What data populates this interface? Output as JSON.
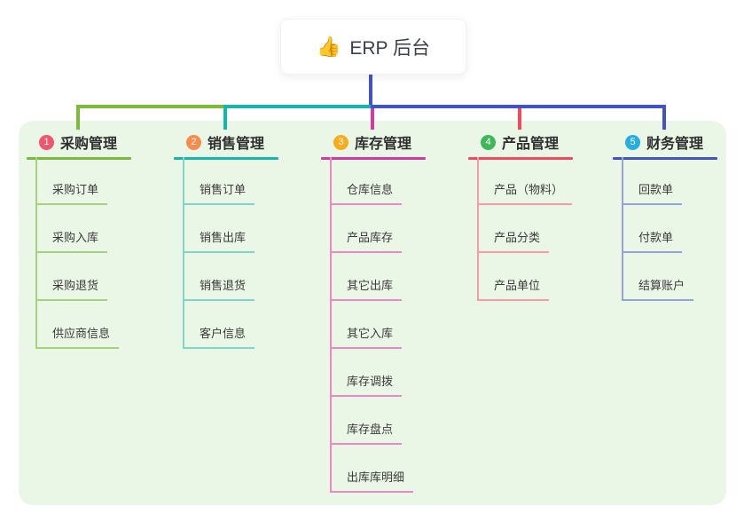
{
  "root": {
    "icon": "👍",
    "label": "ERP 后台"
  },
  "colors": {
    "canvas": "#ffffff",
    "panel": "#ebf7e6",
    "root_connector": "#4254c5"
  },
  "branches": [
    {
      "num": "1",
      "title": "采购管理",
      "line_color": "#7cba3d",
      "child_line_color": "#a6d17e",
      "badge_color": "#f0566e",
      "children": [
        "采购订单",
        "采购入库",
        "采购退货",
        "供应商信息"
      ]
    },
    {
      "num": "2",
      "title": "销售管理",
      "line_color": "#16b7ab",
      "child_line_color": "#7fd5cb",
      "badge_color": "#fb8a4d",
      "children": [
        "销售订单",
        "销售出库",
        "销售退货",
        "客户信息"
      ]
    },
    {
      "num": "3",
      "title": "库存管理",
      "line_color": "#d13a9e",
      "child_line_color": "#ea8ac4",
      "badge_color": "#f9ab1e",
      "children": [
        "仓库信息",
        "产品库存",
        "其它出库",
        "其它入库",
        "库存调拨",
        "库存盘点",
        "出库库明细"
      ]
    },
    {
      "num": "4",
      "title": "产品管理",
      "line_color": "#f14a5c",
      "child_line_color": "#f79ba4",
      "badge_color": "#3db757",
      "children": [
        "产品（物料）",
        "产品分类",
        "产品单位"
      ]
    },
    {
      "num": "5",
      "title": "财务管理",
      "line_color": "#4254c5",
      "child_line_color": "#93a4dc",
      "badge_color": "#27ade0",
      "children": [
        "回款单",
        "付款单",
        "结算账户"
      ]
    }
  ]
}
